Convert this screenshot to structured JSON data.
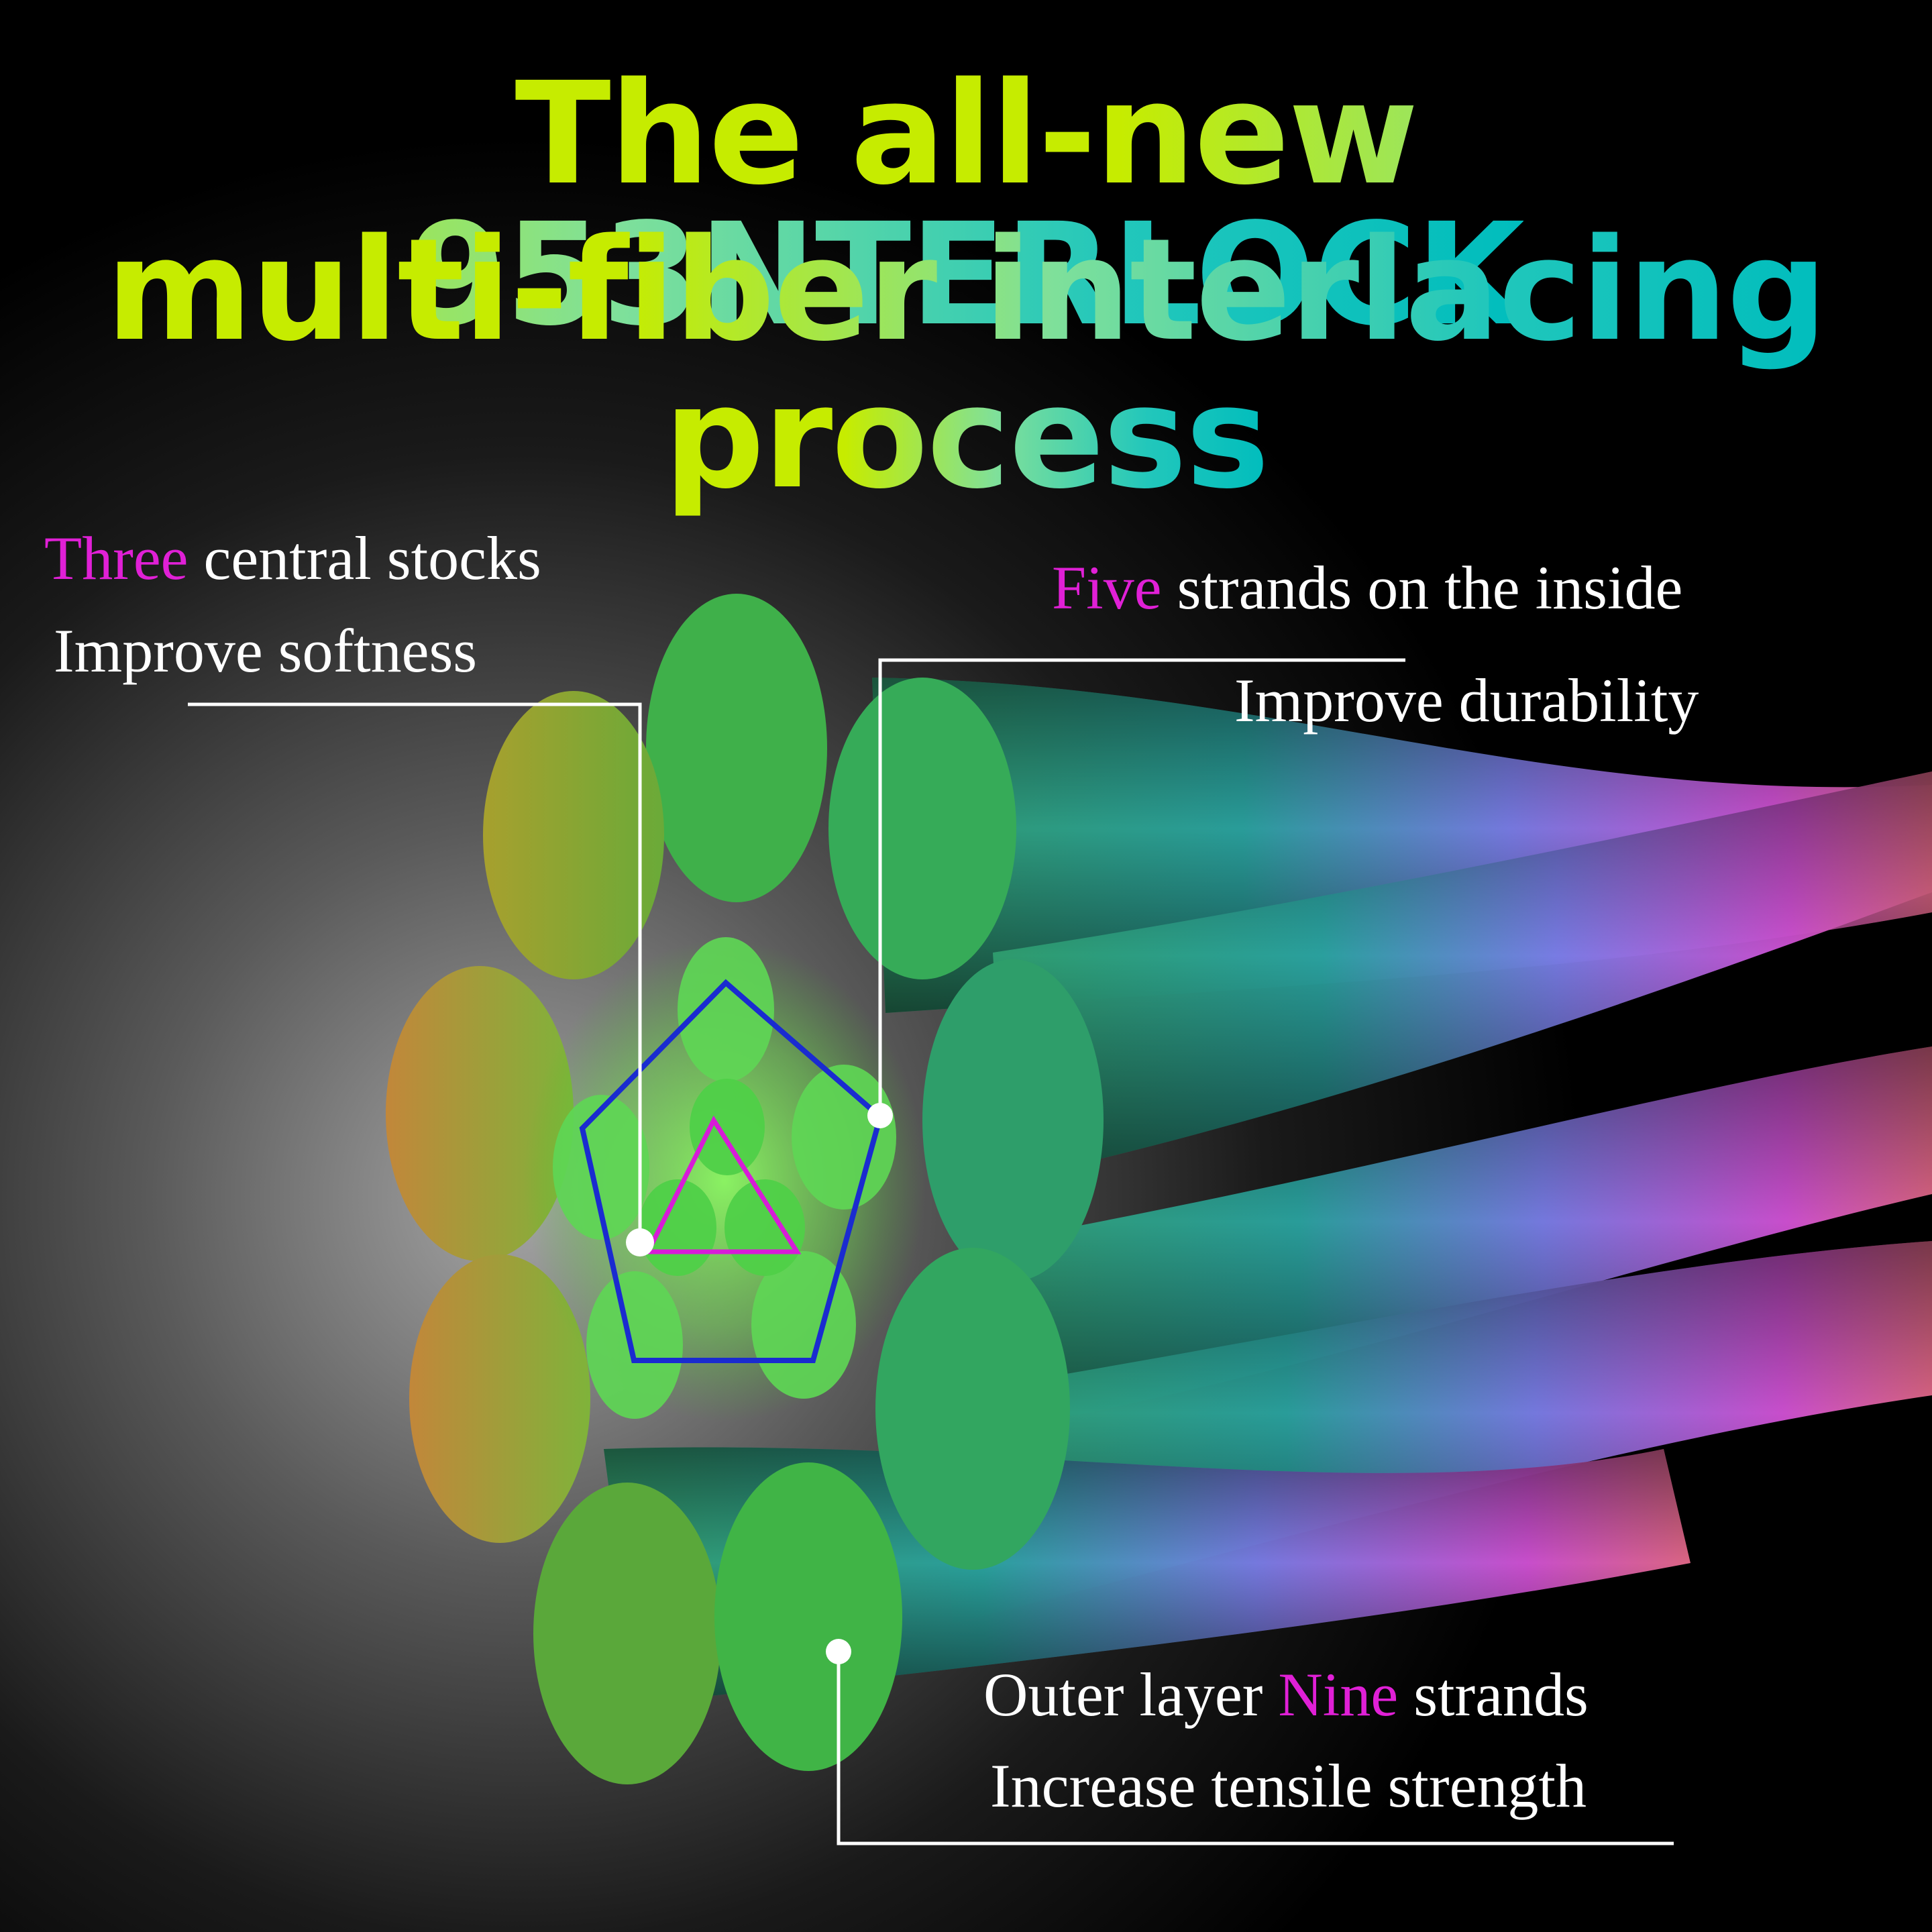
{
  "title": {
    "line1": "The all-new 953NTERLOCK",
    "line2": "multi-fiber interlacing",
    "line3": "process"
  },
  "callouts": {
    "center": {
      "highlight": "Three",
      "rest": " central stocks",
      "line2": "Improve softness"
    },
    "inner": {
      "highlight": "Five",
      "rest": " strands on the inside",
      "line2": "Improve durability"
    },
    "outer": {
      "before": "Outer layer ",
      "highlight": "Nine",
      "after": " strands",
      "line2": "Increase tensile strength"
    }
  },
  "colors": {
    "highlight": "#e020d6",
    "pentagon": "#1a2bd0",
    "triangle": "#d81bd8",
    "fiber_end": "#3fbf4a"
  },
  "strand_counts": {
    "center": 3,
    "inner": 5,
    "outer": 9
  }
}
